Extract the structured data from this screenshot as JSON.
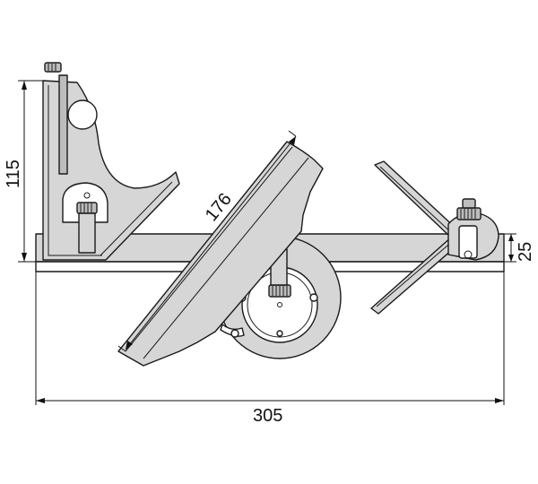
{
  "colors": {
    "metal_fill": "#d6d6d6",
    "metal_dark": "#bdbdbd",
    "outline": "#1a1a1a",
    "background": "#ffffff"
  },
  "dimensions": {
    "height_square_head": "115",
    "protractor_blade_length": "176",
    "rule_width": "25",
    "overall_length": "305"
  },
  "parts": {
    "square_head": "square-head-icon",
    "protractor_head": "protractor-head-icon",
    "center_head": "center-head-icon",
    "rule": "steel-rule-icon",
    "lock_screw": "knurled-screw-icon"
  }
}
